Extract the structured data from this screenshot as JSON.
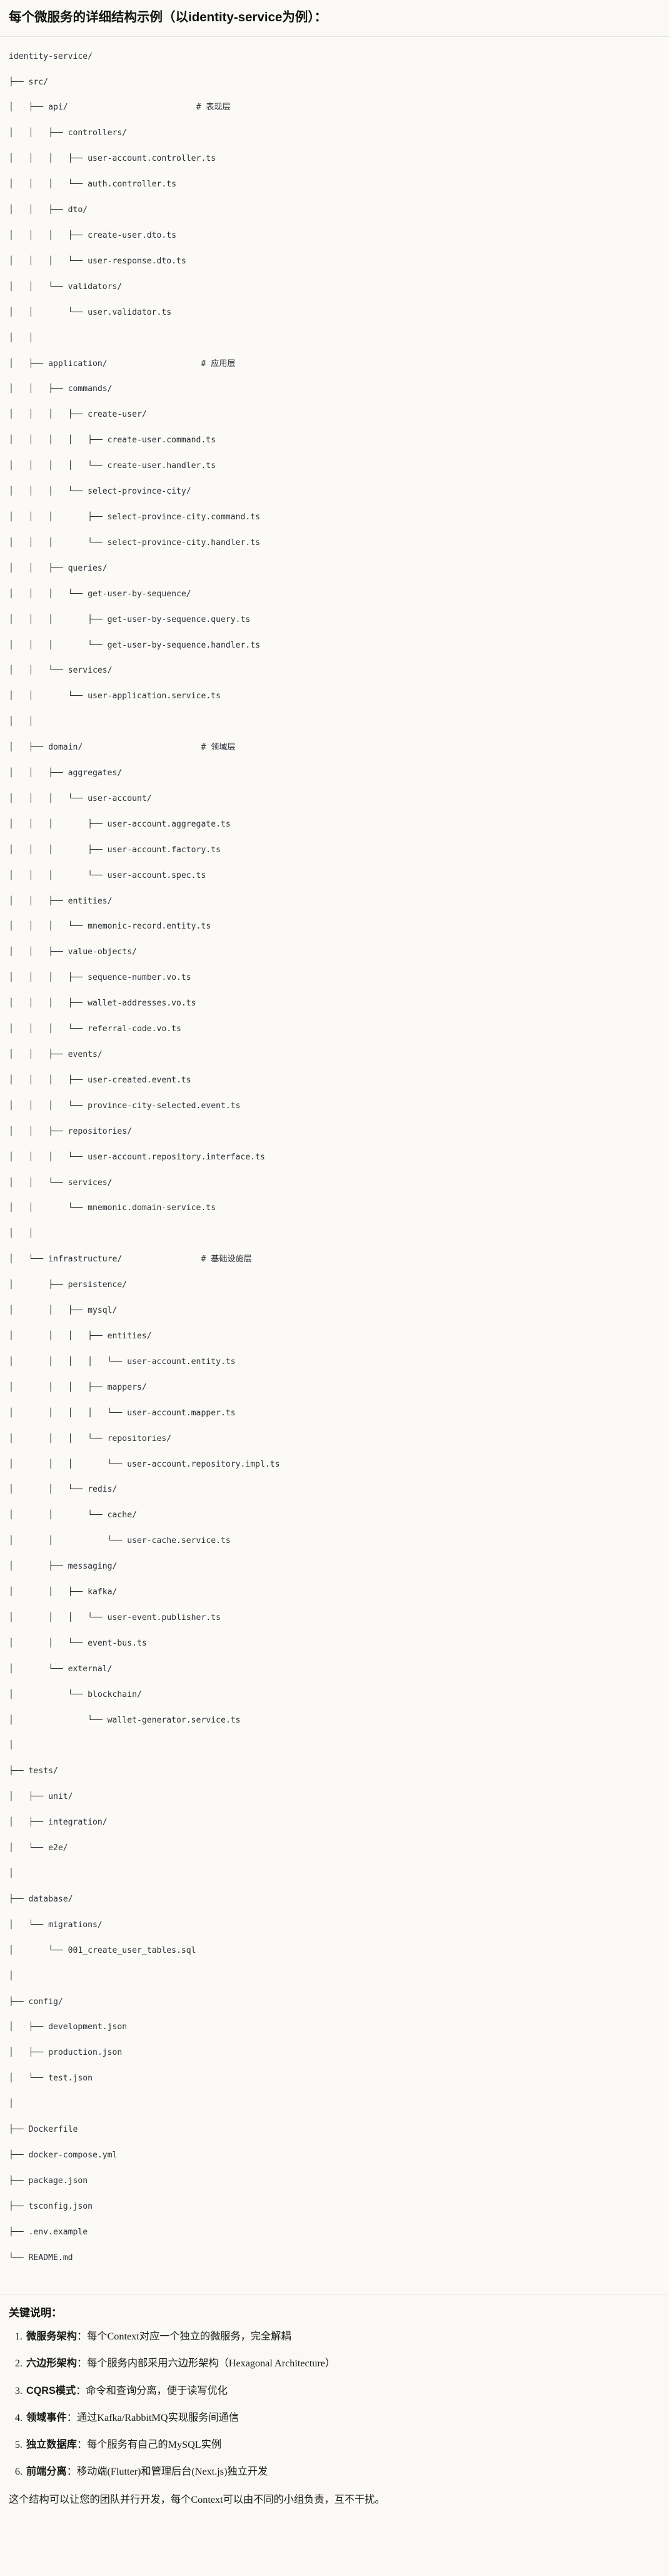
{
  "header": {
    "title": "每个微服务的详细结构示例（以identity-service为例）："
  },
  "tree": {
    "root_label": "identity-service/",
    "lines": [
      "identity-service/",
      "├── src/",
      "│   ├── api/                          # 表现层",
      "│   │   ├── controllers/",
      "│   │   │   ├── user-account.controller.ts",
      "│   │   │   └── auth.controller.ts",
      "│   │   ├── dto/",
      "│   │   │   ├── create-user.dto.ts",
      "│   │   │   └── user-response.dto.ts",
      "│   │   └── validators/",
      "│   │       └── user.validator.ts",
      "│   │",
      "│   ├── application/                   # 应用层",
      "│   │   ├── commands/",
      "│   │   │   ├── create-user/",
      "│   │   │   │   ├── create-user.command.ts",
      "│   │   │   │   └── create-user.handler.ts",
      "│   │   │   └── select-province-city/",
      "│   │   │       ├── select-province-city.command.ts",
      "│   │   │       └── select-province-city.handler.ts",
      "│   │   ├── queries/",
      "│   │   │   └── get-user-by-sequence/",
      "│   │   │       ├── get-user-by-sequence.query.ts",
      "│   │   │       └── get-user-by-sequence.handler.ts",
      "│   │   └── services/",
      "│   │       └── user-application.service.ts",
      "│   │",
      "│   ├── domain/                        # 领域层",
      "│   │   ├── aggregates/",
      "│   │   │   └── user-account/",
      "│   │   │       ├── user-account.aggregate.ts",
      "│   │   │       ├── user-account.factory.ts",
      "│   │   │       └── user-account.spec.ts",
      "│   │   ├── entities/",
      "│   │   │   └── mnemonic-record.entity.ts",
      "│   │   ├── value-objects/",
      "│   │   │   ├── sequence-number.vo.ts",
      "│   │   │   ├── wallet-addresses.vo.ts",
      "│   │   │   └── referral-code.vo.ts",
      "│   │   ├── events/",
      "│   │   │   ├── user-created.event.ts",
      "│   │   │   └── province-city-selected.event.ts",
      "│   │   ├── repositories/",
      "│   │   │   └── user-account.repository.interface.ts",
      "│   │   └── services/",
      "│   │       └── mnemonic.domain-service.ts",
      "│   │",
      "│   └── infrastructure/                # 基础设施层",
      "│       ├── persistence/",
      "│       │   ├── mysql/",
      "│       │   │   ├── entities/",
      "│       │   │   │   └── user-account.entity.ts",
      "│       │   │   ├── mappers/",
      "│       │   │   │   └── user-account.mapper.ts",
      "│       │   │   └── repositories/",
      "│       │   │       └── user-account.repository.impl.ts",
      "│       │   └── redis/",
      "│       │       └── cache/",
      "│       │           └── user-cache.service.ts",
      "│       ├── messaging/",
      "│       │   ├── kafka/",
      "│       │   │   └── user-event.publisher.ts",
      "│       │   └── event-bus.ts",
      "│       └── external/",
      "│           └── blockchain/",
      "│               └── wallet-generator.service.ts",
      "│",
      "├── tests/",
      "│   ├── unit/",
      "│   ├── integration/",
      "│   └── e2e/",
      "│",
      "├── database/",
      "│   └── migrations/",
      "│       └── 001_create_user_tables.sql",
      "│",
      "├── config/",
      "│   ├── development.json",
      "│   ├── production.json",
      "│   └── test.json",
      "│",
      "├── Dockerfile",
      "├── docker-compose.yml",
      "├── package.json",
      "├── tsconfig.json",
      "├── .env.example",
      "└── README.md"
    ],
    "layer_comments": [
      "# 表现层",
      "# 应用层",
      "# 领域层",
      "# 基础设施层"
    ]
  },
  "notes": {
    "heading": "关键说明：",
    "items": [
      {
        "term": "微服务架构",
        "sep": "：",
        "desc": "每个Context对应一个独立的微服务，完全解耦"
      },
      {
        "term": "六边形架构",
        "sep": "：",
        "desc": "每个服务内部采用六边形架构（Hexagonal Architecture）"
      },
      {
        "term": "CQRS模式",
        "sep": "：",
        "desc": "命令和查询分离，便于读写优化"
      },
      {
        "term": "领域事件",
        "sep": "：",
        "desc": "通过Kafka/RabbitMQ实现服务间通信"
      },
      {
        "term": "独立数据库",
        "sep": "：",
        "desc": "每个服务有自己的MySQL实例"
      },
      {
        "term": "前端分离",
        "sep": "：",
        "desc": "移动端(Flutter)和管理后台(Next.js)独立开发"
      }
    ],
    "closing": "这个结构可以让您的团队并行开发，每个Context可以由不同的小组负责，互不干扰。"
  },
  "colors": {
    "background": "#faf9f6",
    "text": "#1a1a1a",
    "code_text": "#2b2f36",
    "divider": "#e6e4de"
  }
}
